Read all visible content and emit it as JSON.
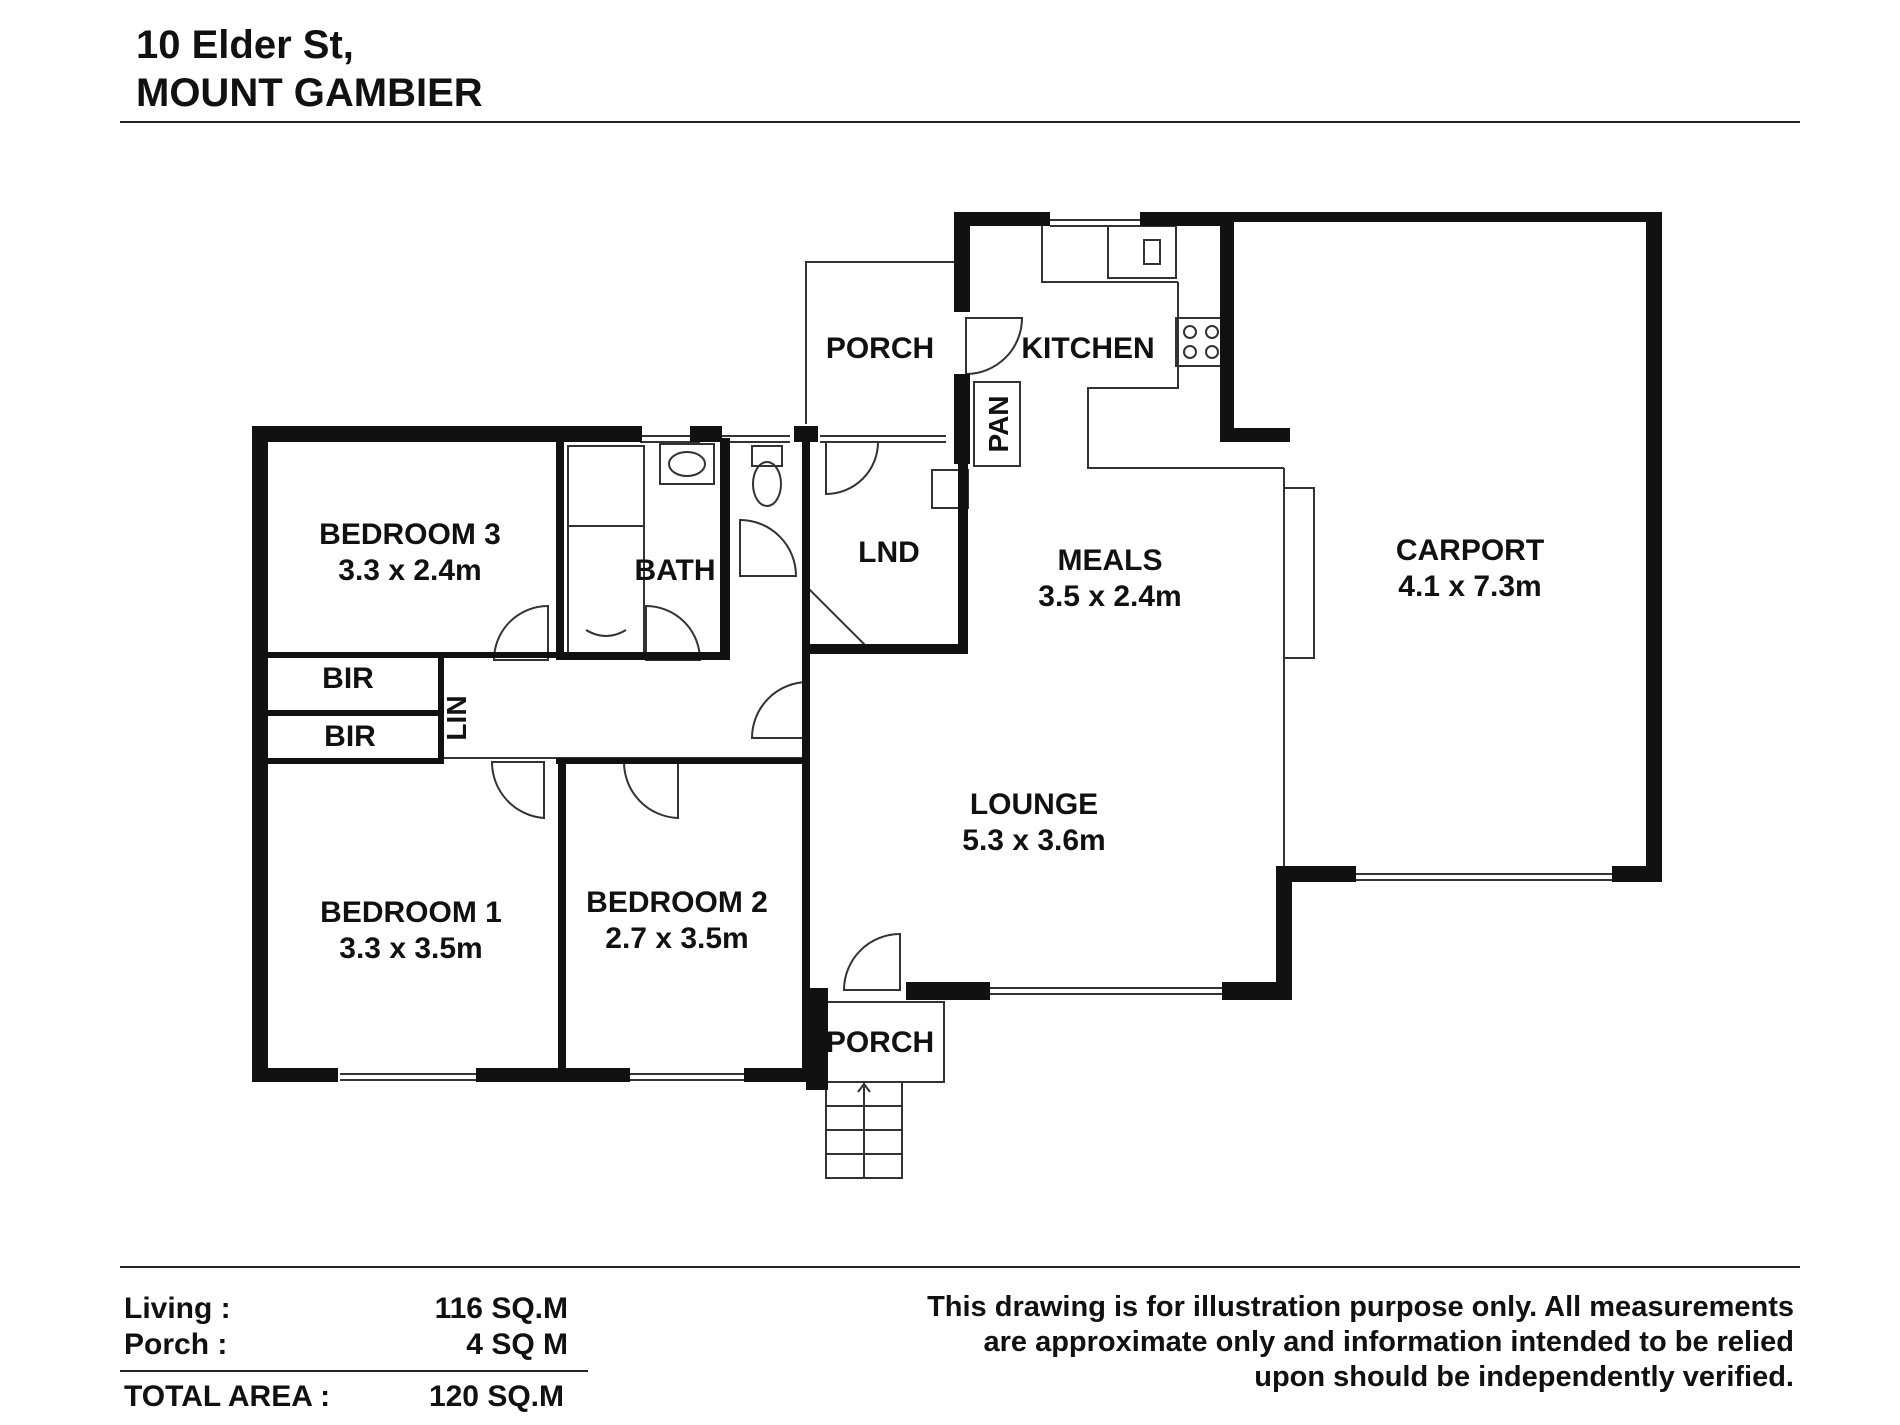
{
  "header": {
    "address_line1": "10 Elder St,",
    "address_line2": "MOUNT GAMBIER"
  },
  "rooms": {
    "bedroom3": {
      "name": "BEDROOM 3",
      "size": "3.3 x 2.4m"
    },
    "bath": {
      "name": "BATH"
    },
    "bir1": {
      "name": "BIR"
    },
    "bir2": {
      "name": "BIR"
    },
    "lin": {
      "name": "LIN"
    },
    "porch_rear": {
      "name": "PORCH"
    },
    "kitchen": {
      "name": "KITCHEN"
    },
    "pan": {
      "name": "PAN"
    },
    "lnd": {
      "name": "LND"
    },
    "meals": {
      "name": "MEALS",
      "size": "3.5 x 2.4m"
    },
    "carport": {
      "name": "CARPORT",
      "size": "4.1 x 7.3m"
    },
    "lounge": {
      "name": "LOUNGE",
      "size": "5.3 x 3.6m"
    },
    "bedroom1": {
      "name": "BEDROOM 1",
      "size": "3.3 x 3.5m"
    },
    "bedroom2": {
      "name": "BEDROOM 2",
      "size": "2.7 x 3.5m"
    },
    "porch_front": {
      "name": "PORCH"
    }
  },
  "areas": {
    "living_label": "Living :",
    "living_value": "116 SQ.M",
    "porch_label": "Porch :",
    "porch_value": "4 SQ M",
    "total_label": "TOTAL AREA :",
    "total_value": "120 SQ.M"
  },
  "disclaimer": {
    "line1": "This drawing is for illustration purpose only. All measurements",
    "line2": "are approximate only and information intended to be relied",
    "line3": "upon should be independently verified."
  },
  "colors": {
    "wall": "#111111",
    "thin_line": "#333333",
    "background": "#ffffff"
  }
}
